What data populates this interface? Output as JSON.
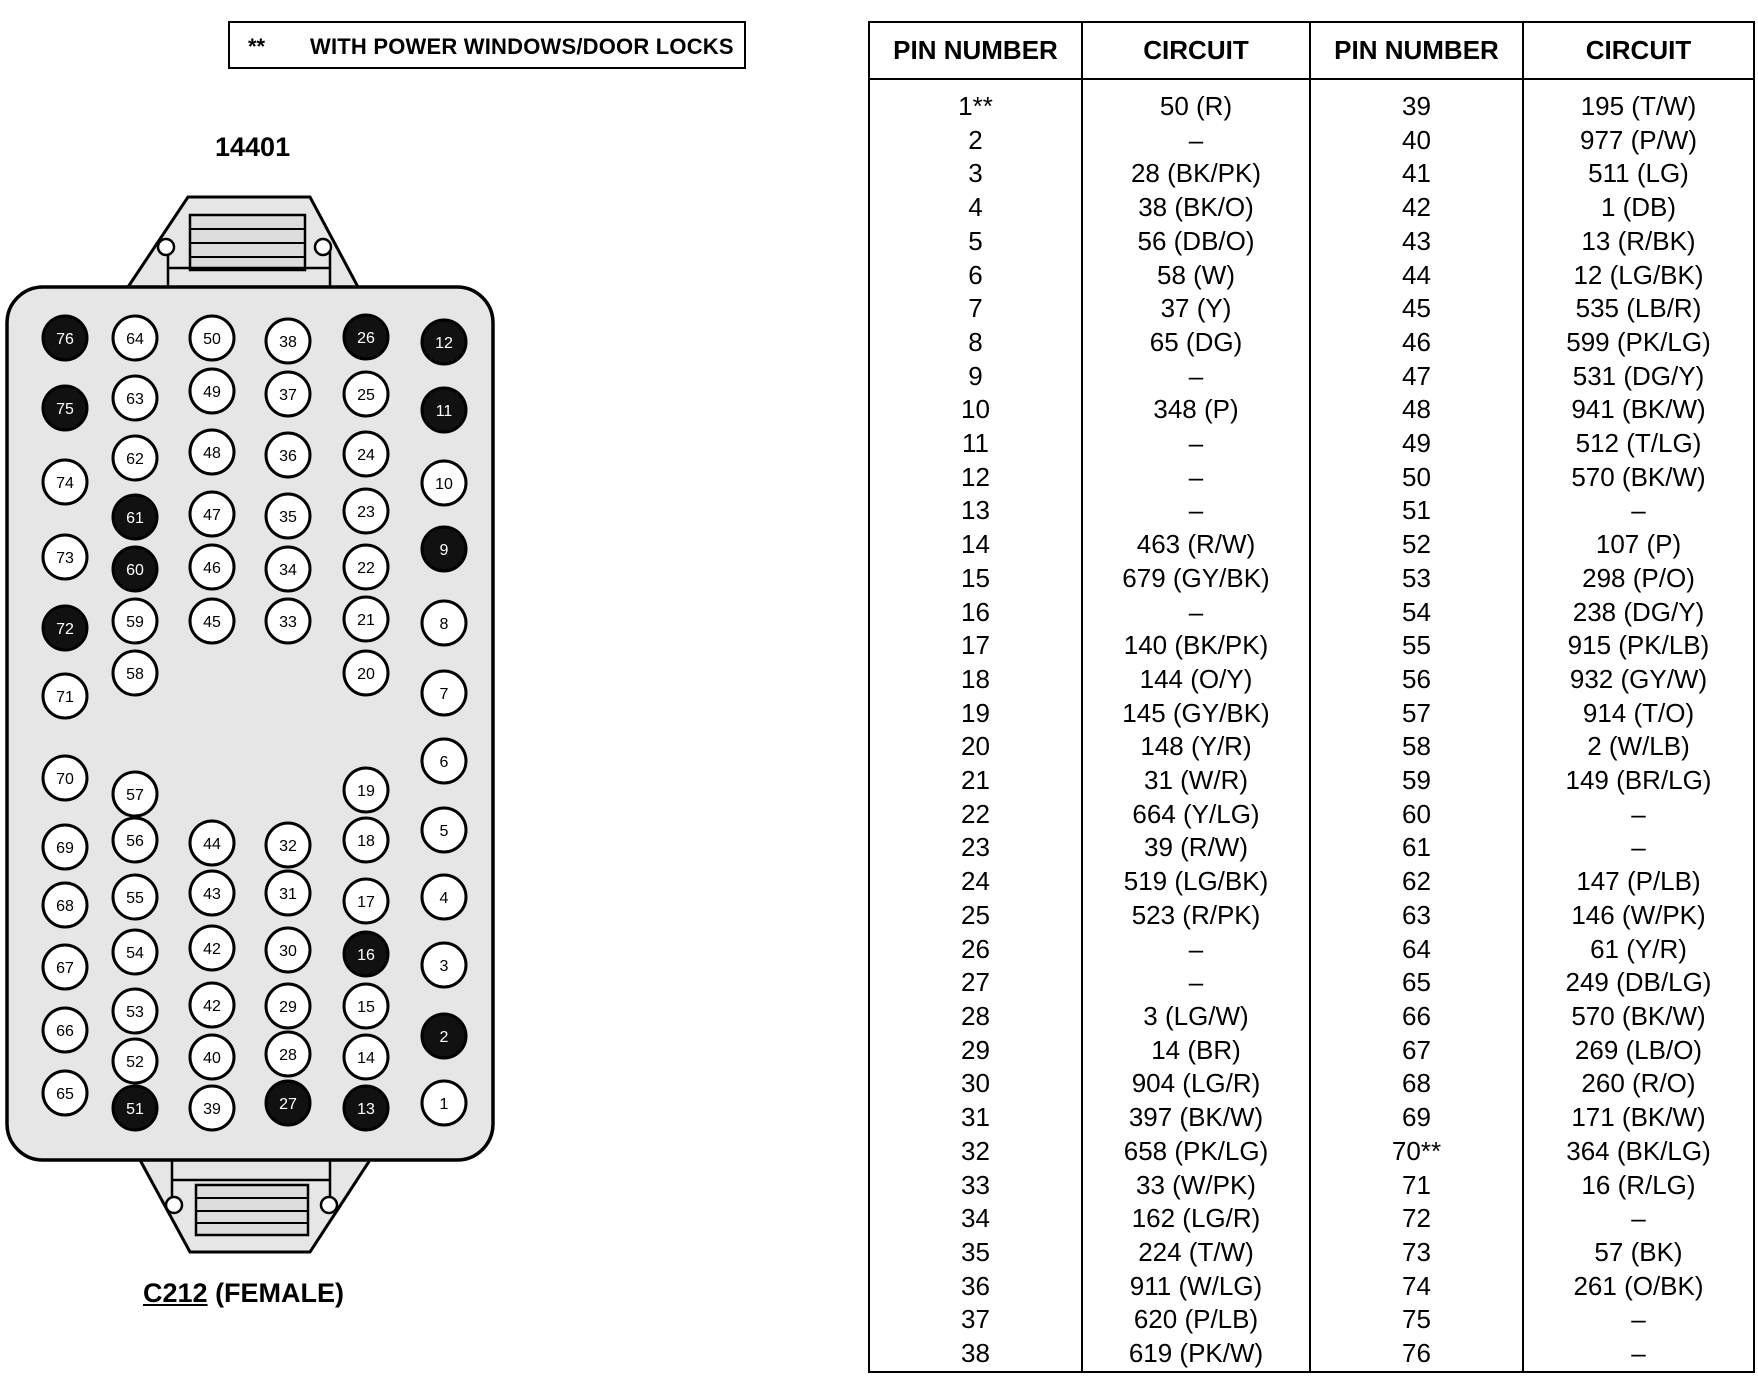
{
  "legend": {
    "marker": "**",
    "text": "WITH POWER WINDOWS/DOOR LOCKS"
  },
  "connector": {
    "part_number": "14401",
    "code": "C212",
    "type": "(FEMALE)",
    "shell_color": "#e6e6e6",
    "filled_pin_color": "#111111",
    "open_pin_color": "#ffffff",
    "pins": [
      {
        "label": "76",
        "filled": true
      },
      {
        "label": "64",
        "filled": false
      },
      {
        "label": "50",
        "filled": false
      },
      {
        "label": "38",
        "filled": false
      },
      {
        "label": "26",
        "filled": true
      },
      {
        "label": "12",
        "filled": true
      },
      {
        "label": "75",
        "filled": true
      },
      {
        "label": "63",
        "filled": false
      },
      {
        "label": "49",
        "filled": false
      },
      {
        "label": "37",
        "filled": false
      },
      {
        "label": "25",
        "filled": false
      },
      {
        "label": "11",
        "filled": true
      },
      {
        "label": "74",
        "filled": false
      },
      {
        "label": "62",
        "filled": false
      },
      {
        "label": "48",
        "filled": false
      },
      {
        "label": "36",
        "filled": false
      },
      {
        "label": "24",
        "filled": false
      },
      {
        "label": "10",
        "filled": false
      },
      {
        "label": "61",
        "filled": true
      },
      {
        "label": "47",
        "filled": false
      },
      {
        "label": "35",
        "filled": false
      },
      {
        "label": "23",
        "filled": false
      },
      {
        "label": "73",
        "filled": false
      },
      {
        "label": "60",
        "filled": true
      },
      {
        "label": "46",
        "filled": false
      },
      {
        "label": "34",
        "filled": false
      },
      {
        "label": "22",
        "filled": false
      },
      {
        "label": "9",
        "filled": true
      },
      {
        "label": "72",
        "filled": true
      },
      {
        "label": "59",
        "filled": false
      },
      {
        "label": "45",
        "filled": false
      },
      {
        "label": "33",
        "filled": false
      },
      {
        "label": "21",
        "filled": false
      },
      {
        "label": "8",
        "filled": false
      },
      {
        "label": "71",
        "filled": false
      },
      {
        "label": "58",
        "filled": false
      },
      {
        "label": "20",
        "filled": false
      },
      {
        "label": "7",
        "filled": false
      },
      {
        "label": "70",
        "filled": false
      },
      {
        "label": "57",
        "filled": false
      },
      {
        "label": "19",
        "filled": false
      },
      {
        "label": "6",
        "filled": false
      },
      {
        "label": "69",
        "filled": false
      },
      {
        "label": "56",
        "filled": false
      },
      {
        "label": "44",
        "filled": false
      },
      {
        "label": "32",
        "filled": false
      },
      {
        "label": "18",
        "filled": false
      },
      {
        "label": "5",
        "filled": false
      },
      {
        "label": "68",
        "filled": false
      },
      {
        "label": "55",
        "filled": false
      },
      {
        "label": "43",
        "filled": false
      },
      {
        "label": "31",
        "filled": false
      },
      {
        "label": "17",
        "filled": false
      },
      {
        "label": "4",
        "filled": false
      },
      {
        "label": "67",
        "filled": false
      },
      {
        "label": "54",
        "filled": false
      },
      {
        "label": "42",
        "filled": false
      },
      {
        "label": "30",
        "filled": false
      },
      {
        "label": "16",
        "filled": true
      },
      {
        "label": "3",
        "filled": false
      },
      {
        "label": "66",
        "filled": false
      },
      {
        "label": "53",
        "filled": false
      },
      {
        "label": "42",
        "filled": false
      },
      {
        "label": "29",
        "filled": false
      },
      {
        "label": "15",
        "filled": false
      },
      {
        "label": "2",
        "filled": true
      },
      {
        "label": "52",
        "filled": false
      },
      {
        "label": "40",
        "filled": false
      },
      {
        "label": "28",
        "filled": false
      },
      {
        "label": "14",
        "filled": false
      },
      {
        "label": "65",
        "filled": false
      },
      {
        "label": "51",
        "filled": true
      },
      {
        "label": "39",
        "filled": false
      },
      {
        "label": "27",
        "filled": true
      },
      {
        "label": "13",
        "filled": true
      },
      {
        "label": "1",
        "filled": false
      }
    ]
  },
  "table": {
    "headers": [
      "PIN NUMBER",
      "CIRCUIT",
      "PIN NUMBER",
      "CIRCUIT"
    ],
    "rows": [
      [
        "1**",
        "50 (R)",
        "39",
        "195 (T/W)"
      ],
      [
        "2",
        "–",
        "40",
        "977 (P/W)"
      ],
      [
        "3",
        "28 (BK/PK)",
        "41",
        "511 (LG)"
      ],
      [
        "4",
        "38 (BK/O)",
        "42",
        "1 (DB)"
      ],
      [
        "5",
        "56 (DB/O)",
        "43",
        "13 (R/BK)"
      ],
      [
        "6",
        "58 (W)",
        "44",
        "12 (LG/BK)"
      ],
      [
        "7",
        "37 (Y)",
        "45",
        "535 (LB/R)"
      ],
      [
        "8",
        "65 (DG)",
        "46",
        "599 (PK/LG)"
      ],
      [
        "9",
        "–",
        "47",
        "531 (DG/Y)"
      ],
      [
        "10",
        "348 (P)",
        "48",
        "941 (BK/W)"
      ],
      [
        "11",
        "–",
        "49",
        "512 (T/LG)"
      ],
      [
        "12",
        "–",
        "50",
        "570 (BK/W)"
      ],
      [
        "13",
        "–",
        "51",
        "–"
      ],
      [
        "14",
        "463 (R/W)",
        "52",
        "107 (P)"
      ],
      [
        "15",
        "679 (GY/BK)",
        "53",
        "298 (P/O)"
      ],
      [
        "16",
        "–",
        "54",
        "238 (DG/Y)"
      ],
      [
        "17",
        "140 (BK/PK)",
        "55",
        "915 (PK/LB)"
      ],
      [
        "18",
        "144 (O/Y)",
        "56",
        "932 (GY/W)"
      ],
      [
        "19",
        "145 (GY/BK)",
        "57",
        "914 (T/O)"
      ],
      [
        "20",
        "148 (Y/R)",
        "58",
        "2 (W/LB)"
      ],
      [
        "21",
        "31 (W/R)",
        "59",
        "149 (BR/LG)"
      ],
      [
        "22",
        "664 (Y/LG)",
        "60",
        "–"
      ],
      [
        "23",
        "39 (R/W)",
        "61",
        "–"
      ],
      [
        "24",
        "519 (LG/BK)",
        "62",
        "147 (P/LB)"
      ],
      [
        "25",
        "523 (R/PK)",
        "63",
        "146 (W/PK)"
      ],
      [
        "26",
        "–",
        "64",
        "61 (Y/R)"
      ],
      [
        "27",
        "–",
        "65",
        "249 (DB/LG)"
      ],
      [
        "28",
        "3 (LG/W)",
        "66",
        "570 (BK/W)"
      ],
      [
        "29",
        "14 (BR)",
        "67",
        "269 (LB/O)"
      ],
      [
        "30",
        "904 (LG/R)",
        "68",
        "260 (R/O)"
      ],
      [
        "31",
        "397 (BK/W)",
        "69",
        "171 (BK/W)"
      ],
      [
        "32",
        "658 (PK/LG)",
        "70**",
        "364 (BK/LG)"
      ],
      [
        "33",
        "33 (W/PK)",
        "71",
        "16 (R/LG)"
      ],
      [
        "34",
        "162 (LG/R)",
        "72",
        "–"
      ],
      [
        "35",
        "224 (T/W)",
        "73",
        "57 (BK)"
      ],
      [
        "36",
        "911 (W/LG)",
        "74",
        "261 (O/BK)"
      ],
      [
        "37",
        "620 (P/LB)",
        "75",
        "–"
      ],
      [
        "38",
        "619 (PK/W)",
        "76",
        "–"
      ]
    ]
  }
}
